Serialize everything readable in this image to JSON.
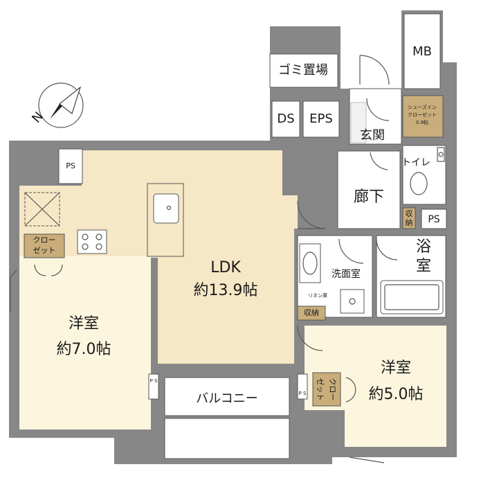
{
  "rooms": {
    "ldk_name": "LDK",
    "ldk_size": "約13.9帖",
    "western1_name": "洋室",
    "western1_size": "約7.0帖",
    "western2_name": "洋室",
    "western2_size": "約5.0帖",
    "balcony": "バルコニー",
    "hallway": "廊下",
    "entrance": "玄関",
    "toilet": "トイレ",
    "bath_top": "浴",
    "bath_bottom": "室",
    "washroom": "洗面室",
    "mb": "MB",
    "garbage": "ゴミ置場",
    "ds": "DS",
    "eps": "EPS",
    "ps": "PS",
    "ps_small": "P S",
    "linen": "リネン庫"
  },
  "storage": {
    "closet_w1_line1": "クロー",
    "closet_w1_line2": "ゼット",
    "closet_w2_line1": "クロー",
    "closet_w2_line2": "ゼット",
    "shoes_line1": "シューズイン",
    "shoes_line2": "クローゼット",
    "shoes_line3": "0.9帖",
    "hall_storage_line1": "収",
    "hall_storage_line2": "納",
    "wash_storage": "収納"
  },
  "compass": {
    "label": "N"
  }
}
